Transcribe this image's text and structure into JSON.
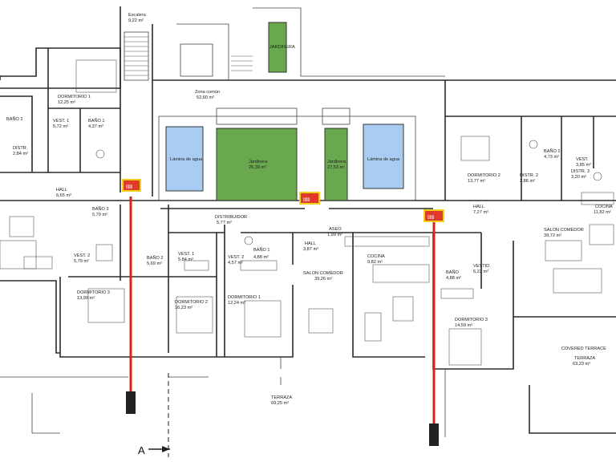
{
  "rooms": {
    "escalera": {
      "name": "Escalera",
      "area": "9,22 m²"
    },
    "zona_comun": {
      "name": "Zona común",
      "area": "52,60 m²"
    },
    "dormitorio1_nw": {
      "name": "DORMITORIO 1",
      "area": "12,25 m²"
    },
    "bano2_nw": {
      "name": "BAÑO 2",
      "area": ""
    },
    "vest1_nw": {
      "name": "VEST. 1",
      "area": "5,72 m²"
    },
    "bano1_nw": {
      "name": "BAÑO 1",
      "area": "4,37 m²"
    },
    "distr_nw": {
      "name": "DISTR.",
      "area": "2,84 m²"
    },
    "hall_nw": {
      "name": "HALL",
      "area": "6,65 m²"
    },
    "bano3_w": {
      "name": "BAÑO 3",
      "area": "5,79 m²"
    },
    "vest2_w": {
      "name": "VEST. 2",
      "area": "5,79 m²"
    },
    "bano2_w": {
      "name": "BAÑO 2",
      "area": "5,69 m²"
    },
    "vest1_c": {
      "name": "VEST. 1",
      "area": "5,84 m²"
    },
    "dormitorio3_w": {
      "name": "DORMITORIO 3",
      "area": "13,99 m²"
    },
    "dormitorio2_c": {
      "name": "DORMITORIO 2",
      "area": "16,23 m²"
    },
    "distribuidor": {
      "name": "DISTRIBUIDOR",
      "area": "5,77 m²"
    },
    "vest2_c": {
      "name": "VEST. 2",
      "area": "4,57 m²"
    },
    "bano1_c": {
      "name": "BAÑO 1",
      "area": "4,88 m²"
    },
    "dormitorio1_c": {
      "name": "DORMITORIO 1",
      "area": "12,24 m²"
    },
    "aseo": {
      "name": "ASEO",
      "area": "1,99 m²"
    },
    "hall_c": {
      "name": "HALL",
      "area": "3,87 m²"
    },
    "cocina_c": {
      "name": "COCINA",
      "area": "9,82 m²"
    },
    "salon_c": {
      "name": "SALON COMEDOR",
      "area": "39,26 m²"
    },
    "lamina_w": {
      "name": "Lámina de agua",
      "area": ""
    },
    "jardinera_big": {
      "name": "Jardinera",
      "area": "26,39 m²"
    },
    "jardinera_small": {
      "name": "Jardinera",
      "area": "27,53 m²"
    },
    "lamina_e": {
      "name": "Lámina de agua",
      "area": ""
    },
    "jardinera_top": {
      "name": "JARDINERA",
      "area": ""
    },
    "dormitorio2_e": {
      "name": "DORMITORIO 2",
      "area": "13,77 m²"
    },
    "distr2_e": {
      "name": "DISTR. 2",
      "area": "2,86 m²"
    },
    "bano2_e": {
      "name": "BAÑO 2",
      "area": "4,73 m²"
    },
    "vest_e": {
      "name": "VEST.",
      "area": "3,85 m²"
    },
    "distr3_e": {
      "name": "DISTR. 3",
      "area": "3,20 m²"
    },
    "hall_e": {
      "name": "HALL",
      "area": "7,27 m²"
    },
    "cocina_e": {
      "name": "COCINA",
      "area": "11,82 m²"
    },
    "salon_e": {
      "name": "SALON COMEDOR",
      "area": "39,72 m²"
    },
    "bano_e2": {
      "name": "BAÑO",
      "area": "4,88 m²"
    },
    "vestid_e": {
      "name": "VESTID.",
      "area": "6,22 m²"
    },
    "dormitorio3_e": {
      "name": "DORMITORIO 3",
      "area": "14,59 m²"
    },
    "covered_terrace": {
      "name": "COVERED TERRACE",
      "area": ""
    },
    "terraza_e": {
      "name": "TERRAZA",
      "area": "63,23 m²"
    },
    "terraza_c": {
      "name": "TERRAZA",
      "area": "69,25 m²"
    }
  },
  "section_label": "A",
  "tags": [
    "▯▯▯",
    "▯▯▯",
    "▯▯▯"
  ],
  "colors": {
    "pool": "#a9cdf2",
    "garden": "#6aa84f",
    "section_line": "#d6261d",
    "tag_border": "#f3d11a"
  }
}
